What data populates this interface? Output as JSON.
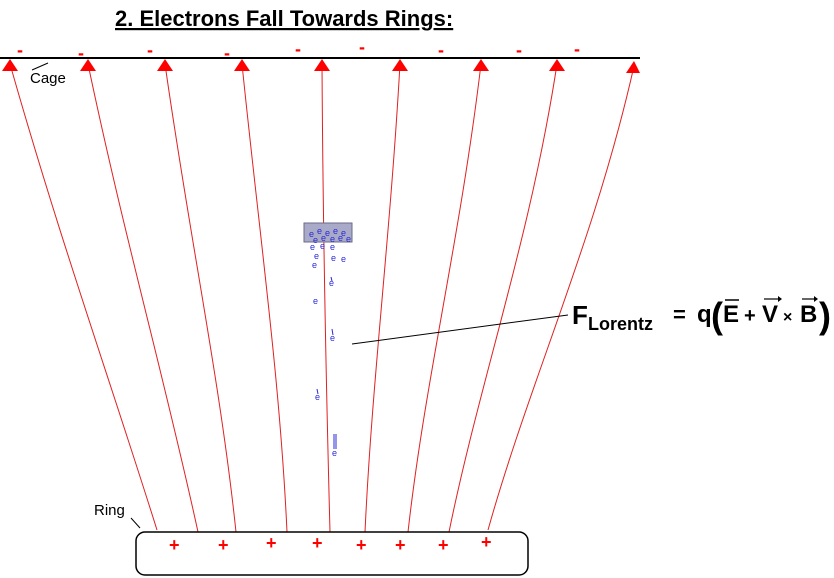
{
  "title": "2. Electrons Fall Towards Rings:",
  "labels": {
    "cage": "Cage",
    "ring": "Ring"
  },
  "charges": {
    "negative_symbol": "-",
    "positive_symbol": "+",
    "negative_count": 9,
    "positive_count": 8
  },
  "electron_symbol": "e",
  "formula": {
    "f": "F",
    "subscript": "Lorentz",
    "equals": "=",
    "q": "q",
    "open_paren": "(",
    "E": "E",
    "plus": "+",
    "V": "V",
    "times": "×",
    "B": "B",
    "close_paren": ")",
    "vector_arrow": "→"
  },
  "colors": {
    "field_line": "#e02020",
    "charge": "#ff0000",
    "electron": "#2b2bd6",
    "source_box": "#a9a9c8"
  }
}
